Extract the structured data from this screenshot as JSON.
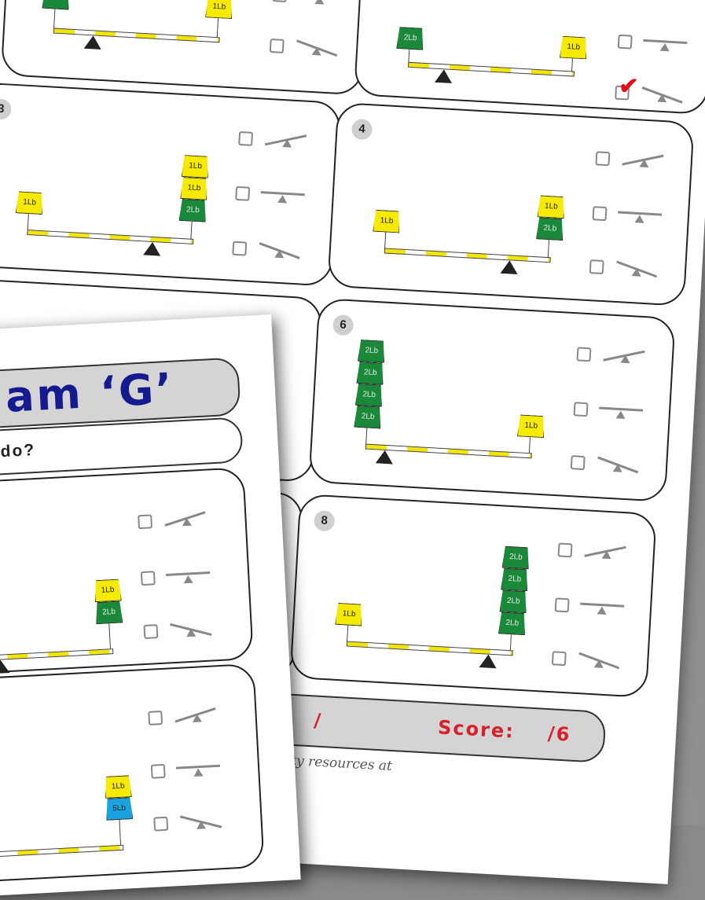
{
  "worksheet": {
    "title": "am ‘G’",
    "question": "do?",
    "weight_1lb": "1Lb",
    "weight_2lb": "2Lb",
    "weight_5lb": "5Lb",
    "check_mark": "✔",
    "date_separator_1": "/",
    "date_separator_2": "/",
    "score_label": "Score:",
    "score_total": "/6",
    "footer_text": "quality resources at"
  },
  "cards": [
    {
      "number": "",
      "answer": "balanced"
    },
    {
      "number": "",
      "answer": "right-down"
    },
    {
      "number": "3",
      "answer": ""
    },
    {
      "number": "4",
      "answer": ""
    },
    {
      "number": "6",
      "answer": ""
    },
    {
      "number": "8",
      "answer": ""
    }
  ],
  "icons": {
    "option_1": "seesaw-left-down-icon",
    "option_2": "seesaw-balanced-icon",
    "option_3": "seesaw-right-down-icon"
  }
}
